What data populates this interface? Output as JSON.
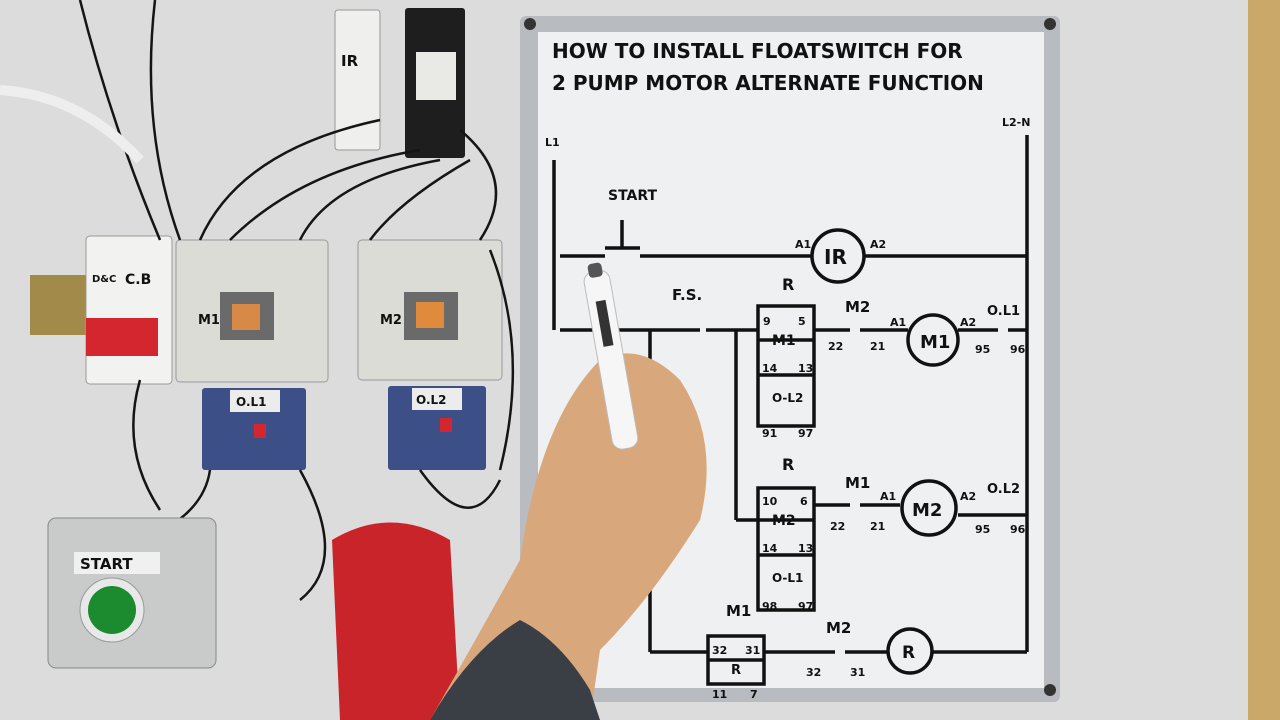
{
  "board": {
    "title_line1": "HOW TO INSTALL FLOATSWITCH FOR",
    "title_line2": "2 PUMP MOTOR ALTERNATE FUNCTION",
    "rail_left": "L1",
    "rail_right": "L2-N"
  },
  "diagram": {
    "start_label": "START",
    "ir_coil": "IR",
    "ir_a1": "A1",
    "ir_a2": "A2",
    "fs_label": "F.S.",
    "r_top": "R",
    "r2": "R",
    "m2_contact": "M2",
    "m1_contact": "M1",
    "ol1": "O.L1",
    "ol2": "O.L2",
    "m1_coil": "M1",
    "m2_coil": "M2",
    "r_coil": "R",
    "m1_a1": "A1",
    "m1_a2": "A2",
    "m2_a1": "A1",
    "m2_a2": "A2",
    "n9": "9",
    "n5": "5",
    "n14": "14",
    "n13": "13",
    "n91": "91",
    "n97": "97",
    "n22a": "22",
    "n21a": "21",
    "n95a": "95",
    "n96a": "96",
    "n10": "10",
    "n6": "6",
    "n14b": "14",
    "n13b": "13",
    "n98": "98",
    "n97b": "97",
    "n22b": "22",
    "n21b": "21",
    "n95b": "95",
    "n96b": "96",
    "inner_m1": "M1",
    "inner_ol2": "O-L2",
    "inner_m2": "M2",
    "inner_ol1": "O-L1",
    "bottom_m1": "M1",
    "bottom_m2": "M2",
    "n32a": "32",
    "n31a": "31",
    "n32b": "32",
    "n31b": "31",
    "n11": "11",
    "n7": "7",
    "inner_r": "R"
  },
  "panel": {
    "breaker_brand": "D&C",
    "breaker_label": "C.B",
    "relay_label": "IR",
    "contactor1": "M1",
    "contactor2": "M2",
    "overload1": "O.L1",
    "overload2": "O.L2",
    "start_button_label": "START"
  },
  "colors": {
    "wall": "#dcdcdc",
    "board": "#eef0f2",
    "frame": "#b8bcc0",
    "ink": "#111111",
    "breaker_red": "#d3262e",
    "button_green": "#1c8a2e",
    "float_red": "#c8242a",
    "skin": "#d9a77c",
    "sleeve": "#3a3f45"
  }
}
